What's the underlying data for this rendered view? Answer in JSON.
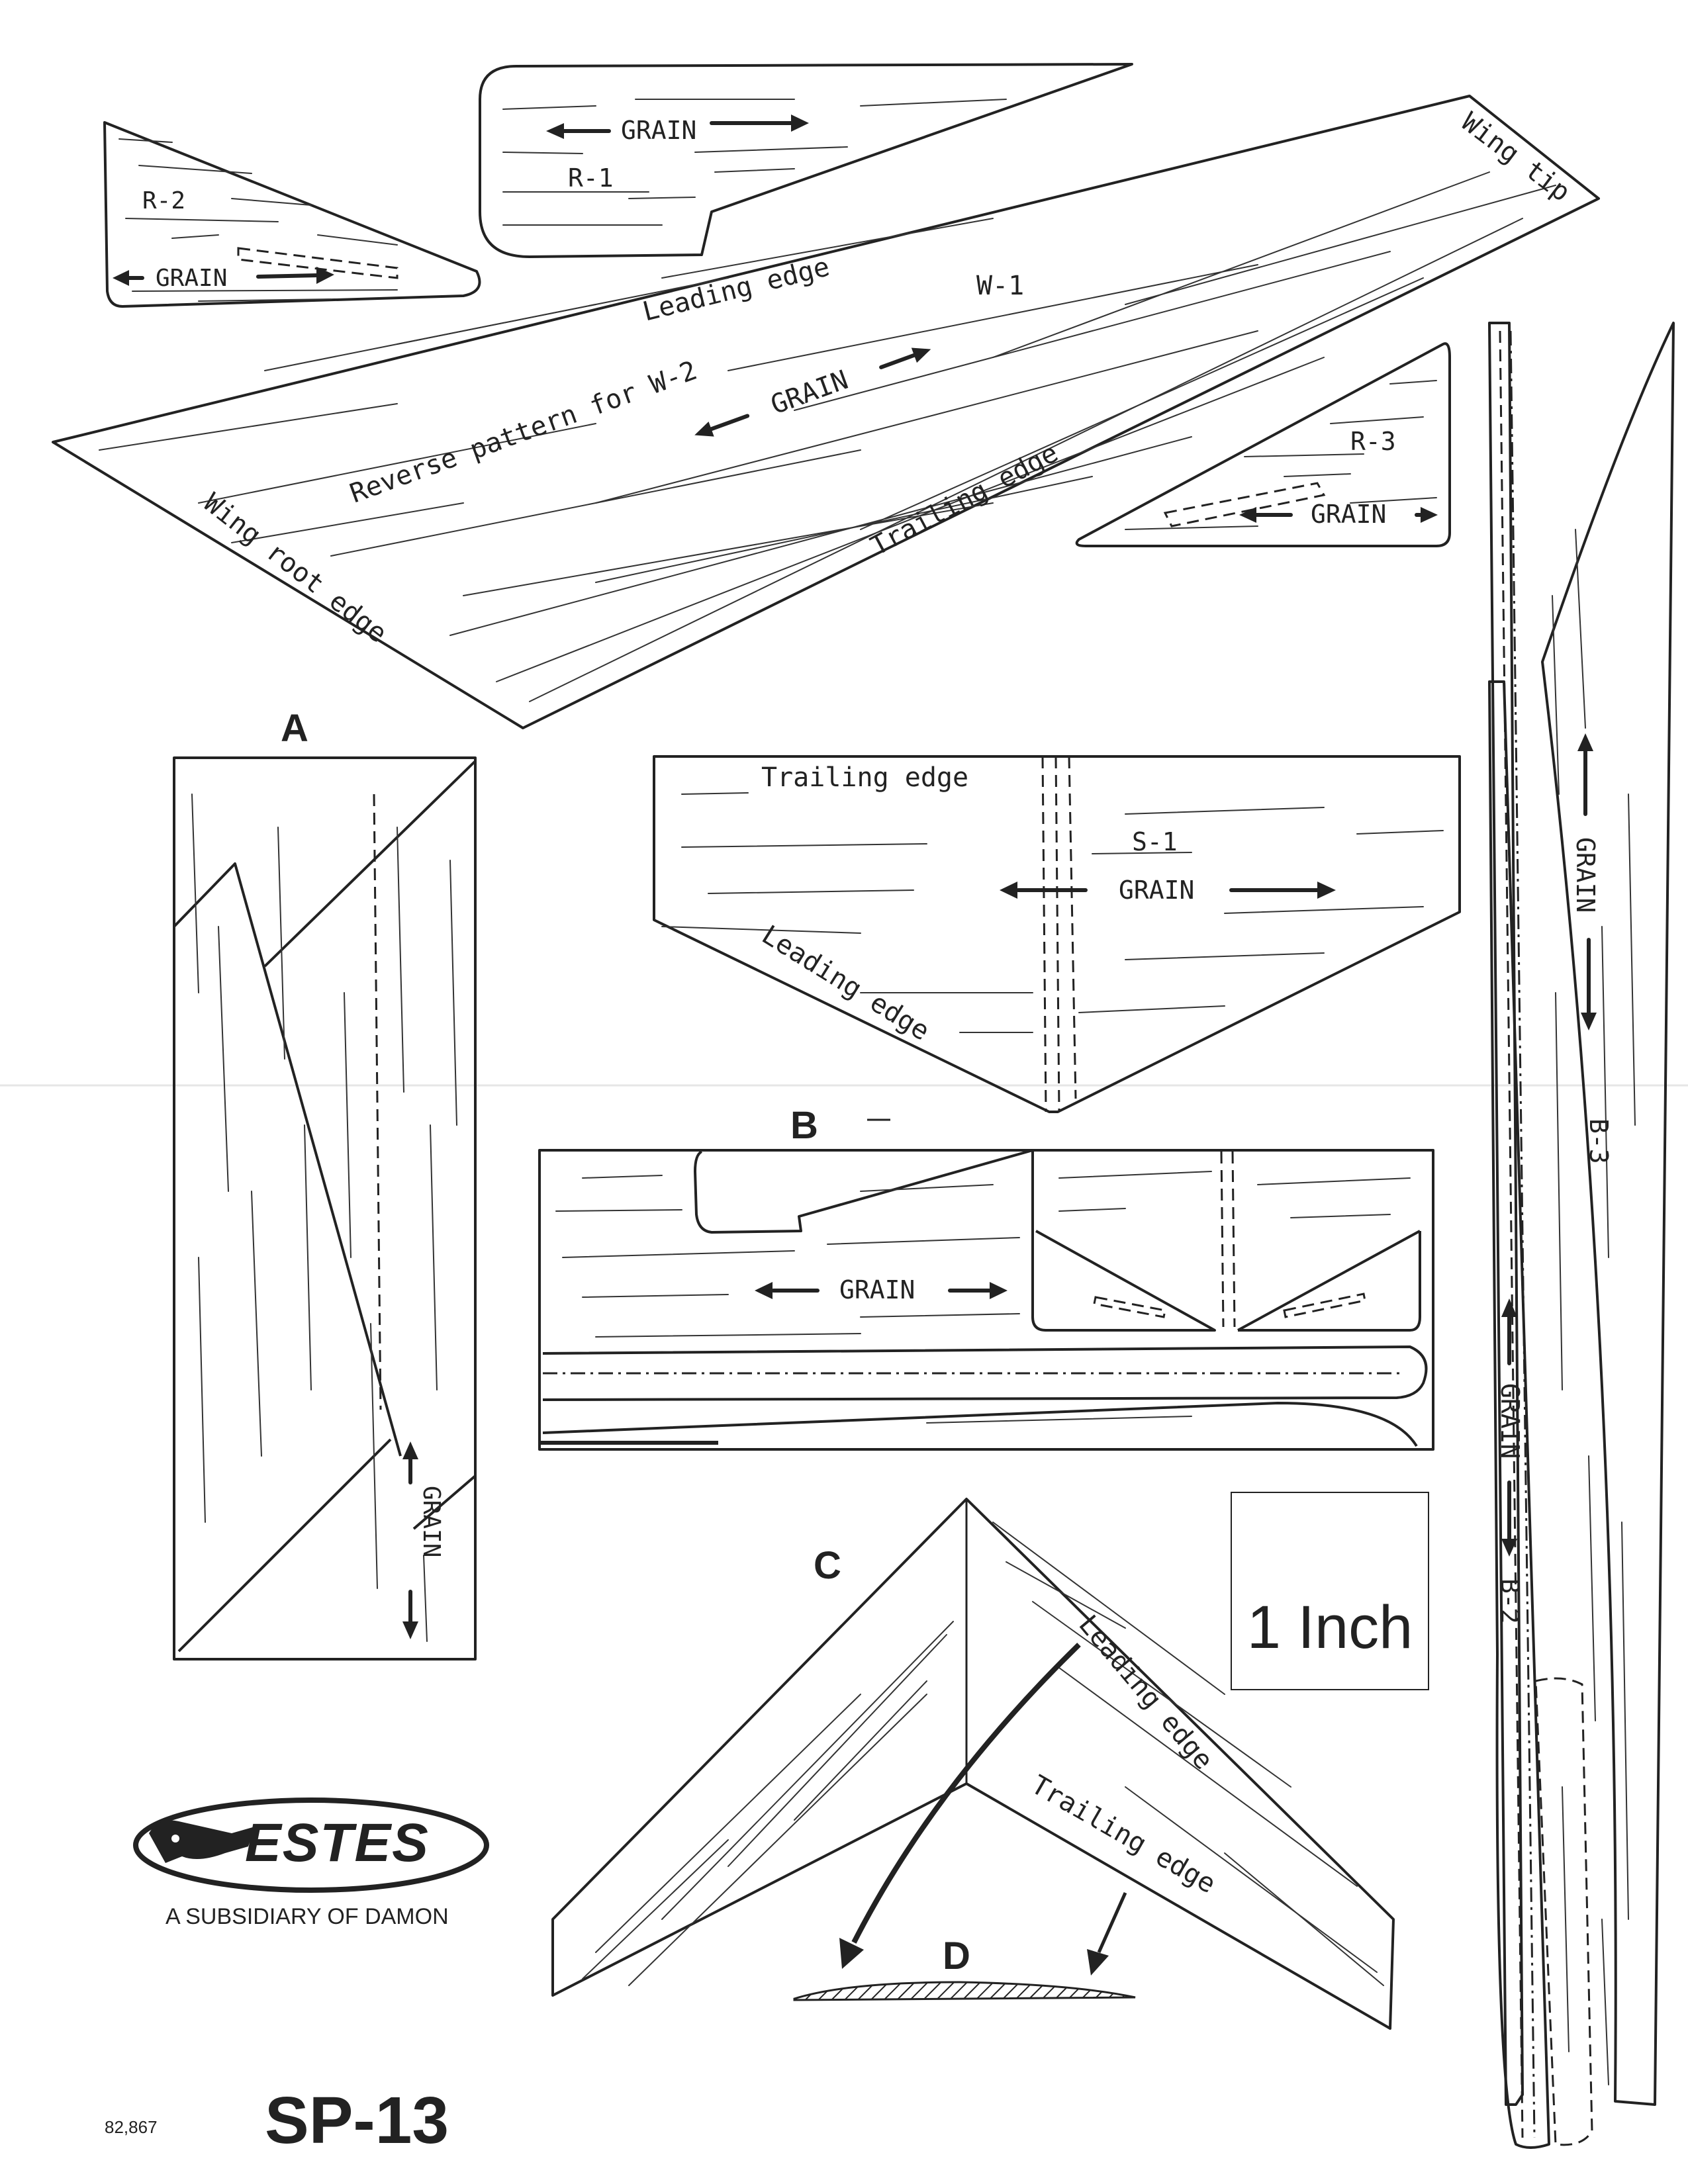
{
  "parts": {
    "r2": {
      "label": "R-2",
      "grain": "GRAIN"
    },
    "r1": {
      "label": "R-1",
      "grain": "GRAIN"
    },
    "w1": {
      "label": "W-1",
      "grain": "GRAIN",
      "leading_edge": "Leading edge",
      "trailing_edge": "Trailing edge",
      "wing_tip": "Wing tip",
      "wing_root_edge": "Wing root edge",
      "reverse_note": "Reverse pattern for W-2"
    },
    "r3": {
      "label": "R-3",
      "grain": "GRAIN"
    },
    "s1": {
      "label": "S-1",
      "grain": "GRAIN",
      "trailing_edge": "Trailing edge",
      "leading_edge": "Leading edge"
    },
    "b3": {
      "label": "B-3",
      "grain": "GRAIN"
    },
    "b2": {
      "label": "B-2",
      "grain": "GRAIN"
    }
  },
  "figures": {
    "a": {
      "letter": "A",
      "grain": "GRAIN"
    },
    "b": {
      "letter": "B",
      "grain": "GRAIN"
    },
    "c": {
      "letter": "C",
      "leading_edge": "Leading edge",
      "trailing_edge": "Trailing edge"
    },
    "d": {
      "letter": "D"
    }
  },
  "scale": {
    "label": "1 Inch"
  },
  "brand": {
    "logo_text": "ESTES",
    "subsidiary": "A SUBSIDIARY OF DAMON"
  },
  "footer": {
    "code": "82,867",
    "model": "SP-13"
  }
}
